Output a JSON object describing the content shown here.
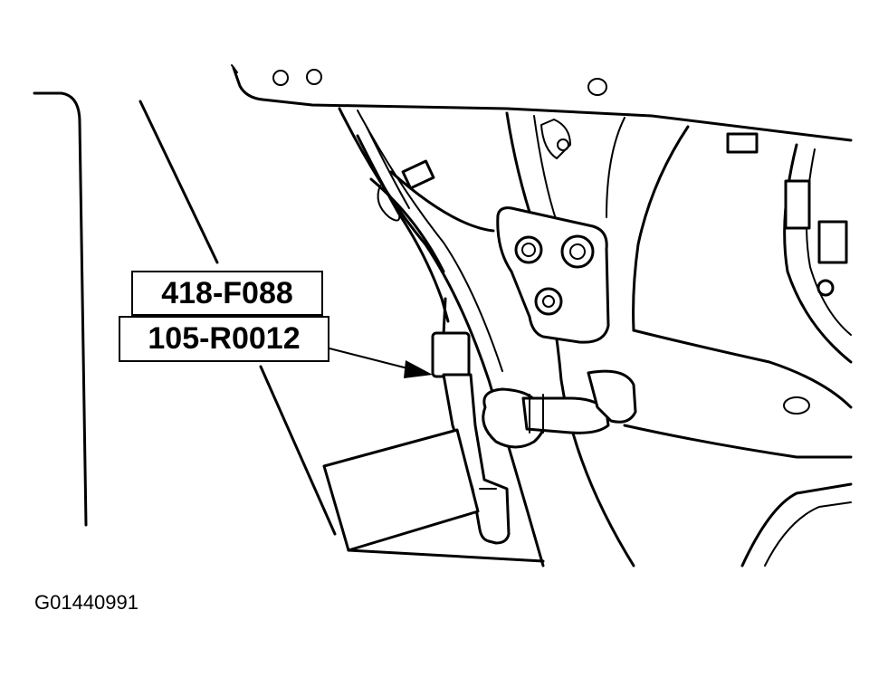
{
  "callouts": {
    "part_number": "418-F088",
    "tool_number": "105-R0012"
  },
  "figure_id": "G01440991"
}
